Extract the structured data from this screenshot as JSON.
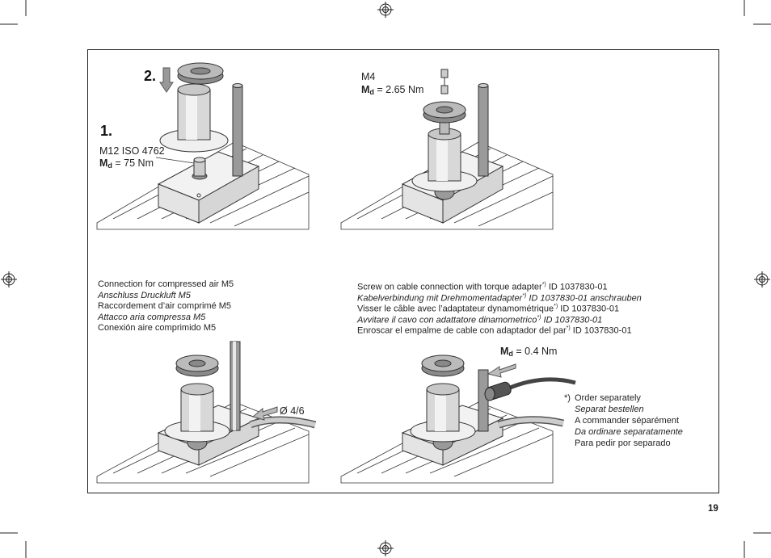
{
  "page_number": "19",
  "steps": {
    "step1": "1.",
    "step2": "2."
  },
  "panel1": {
    "screw_spec": "M12 ISO 4762",
    "torque_symbol": "M",
    "torque_subscript": "d",
    "torque_value": "= 75 Nm"
  },
  "panel2": {
    "screw_spec": "M4",
    "torque_symbol": "M",
    "torque_subscript": "d",
    "torque_value": "= 2.65 Nm"
  },
  "panel3": {
    "lines": [
      "Connection for compressed air M5",
      "Anschluss Druckluft M5",
      "Raccordement d’air comprimé M5",
      "Attacco aria compressa M5",
      "Conexión aire comprimido M5"
    ],
    "hose_diameter": "Ø 4/6"
  },
  "panel4": {
    "lines": [
      {
        "text": "Screw on cable connection with torque adapter",
        "sup": "*)",
        "id": "ID 1037830-01"
      },
      {
        "text": "Kabelverbindung mit Drehmomentadapter",
        "sup": "*)",
        "id": "ID 1037830-01 anschrauben"
      },
      {
        "text": "Visser le câble avec l’adaptateur dynamométrique",
        "sup": "*)",
        "id": "ID 1037830-01"
      },
      {
        "text": "Avvitare il cavo con adattatore dinamometrico",
        "sup": "*)",
        "id": "ID 1037830-01"
      },
      {
        "text": "Enroscar el empalme de cable con adaptador del par",
        "sup": "*)",
        "id": "ID 1037830-01"
      }
    ],
    "torque_symbol": "M",
    "torque_subscript": "d",
    "torque_value": "= 0.4 Nm"
  },
  "footnote": {
    "marker": "*)",
    "lines": [
      "Order separately",
      "Separat bestellen",
      "A commander séparément",
      "Da ordinare separatamente",
      "Para pedir por separado"
    ]
  },
  "icons": [
    "registration-mark-icon",
    "arrow-down-icon",
    "arrow-left-icon"
  ]
}
